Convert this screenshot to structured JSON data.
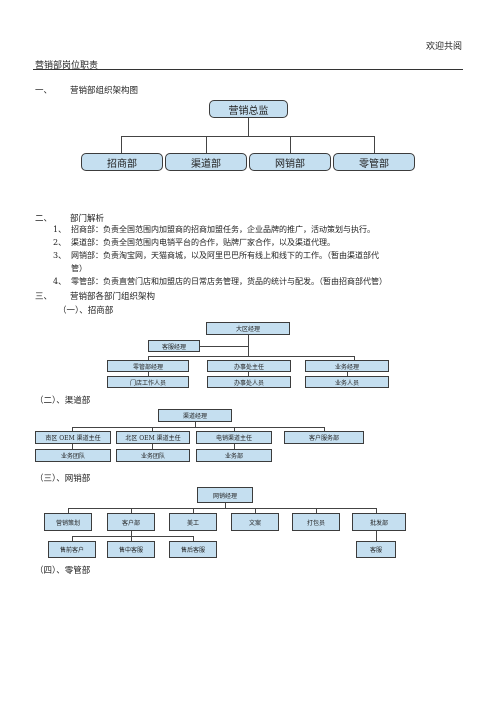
{
  "header": {
    "right_text": "欢迎共阅"
  },
  "doc": {
    "title": "营销部岗位职责",
    "sections": {
      "s1": {
        "num": "一、",
        "title": "营销部组织架构图"
      },
      "s2": {
        "num": "二、",
        "title": "部门解析"
      },
      "s3": {
        "num": "三、",
        "title": "营销部各部门组织架构"
      }
    }
  },
  "org1": {
    "top": "营销总监",
    "children": [
      "招商部",
      "渠道部",
      "网销部",
      "零管部"
    ]
  },
  "analysis": [
    {
      "num": "1、",
      "text": "招商部：负责全国范围内加盟商的招商加盟任务，企业品牌的推广，活动策划与执行。"
    },
    {
      "num": "2、",
      "text": "渠道部：负责全国范围内电销平台的合作，贴牌厂家合作，以及渠道代理。"
    },
    {
      "num": "3、",
      "text": "网销部：负责淘宝网，天猫商城，以及阿里巴巴所有线上和线下的工作。（暂由渠道部代",
      "cont": "管）"
    },
    {
      "num": "4、",
      "text": "零管部：负责直营门店和加盟店的日常店务管理，货品的统计与配发。（暂由招商部代管）"
    }
  ],
  "sub1": {
    "label": "（一）、招商部",
    "top": "大区经理",
    "mid": "客服经理",
    "row2": [
      "零管部经理",
      "办事处主任",
      "业务经理"
    ],
    "row3": [
      "门店工作人员",
      "办事处人员",
      "业务人员"
    ]
  },
  "sub2": {
    "label": "（二）、渠道部",
    "top": "渠道经理",
    "row2": [
      "南区 OEM 渠道主任",
      "北区 OEM 渠道主任",
      "电销渠道主任",
      "客户服务部"
    ],
    "row3": [
      "业务团队",
      "业务团队",
      "业务部"
    ]
  },
  "sub3": {
    "label": "（三）、网销部",
    "top": "网销经理",
    "row2": [
      "营销策划",
      "客户部",
      "美工",
      "文案",
      "打包员",
      "批发部"
    ],
    "row3": [
      "售前客户",
      "售中客服",
      "售后客服",
      "客服"
    ]
  },
  "sub4": {
    "label": "（四）、零管部"
  },
  "colors": {
    "box_fill": "#c5dff0",
    "box_border": "#3c3c3c",
    "line": "#444444"
  }
}
